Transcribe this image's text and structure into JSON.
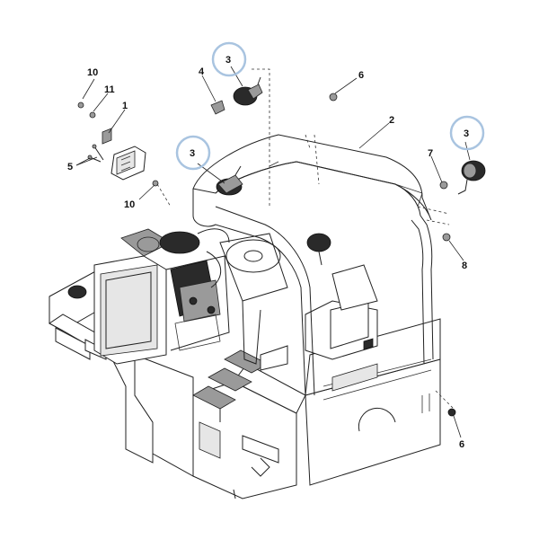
{
  "callouts": {
    "c10_top": "10",
    "c11": "11",
    "c1": "1",
    "c5": "5",
    "c10_bottom": "10",
    "c4": "4",
    "c3_top": "3",
    "c3_left": "3",
    "c3_right": "3",
    "c6_top": "6",
    "c2": "2",
    "c7": "7",
    "c8": "8",
    "c6_bottom": "6"
  },
  "highlight_color": "#a9c4e0"
}
